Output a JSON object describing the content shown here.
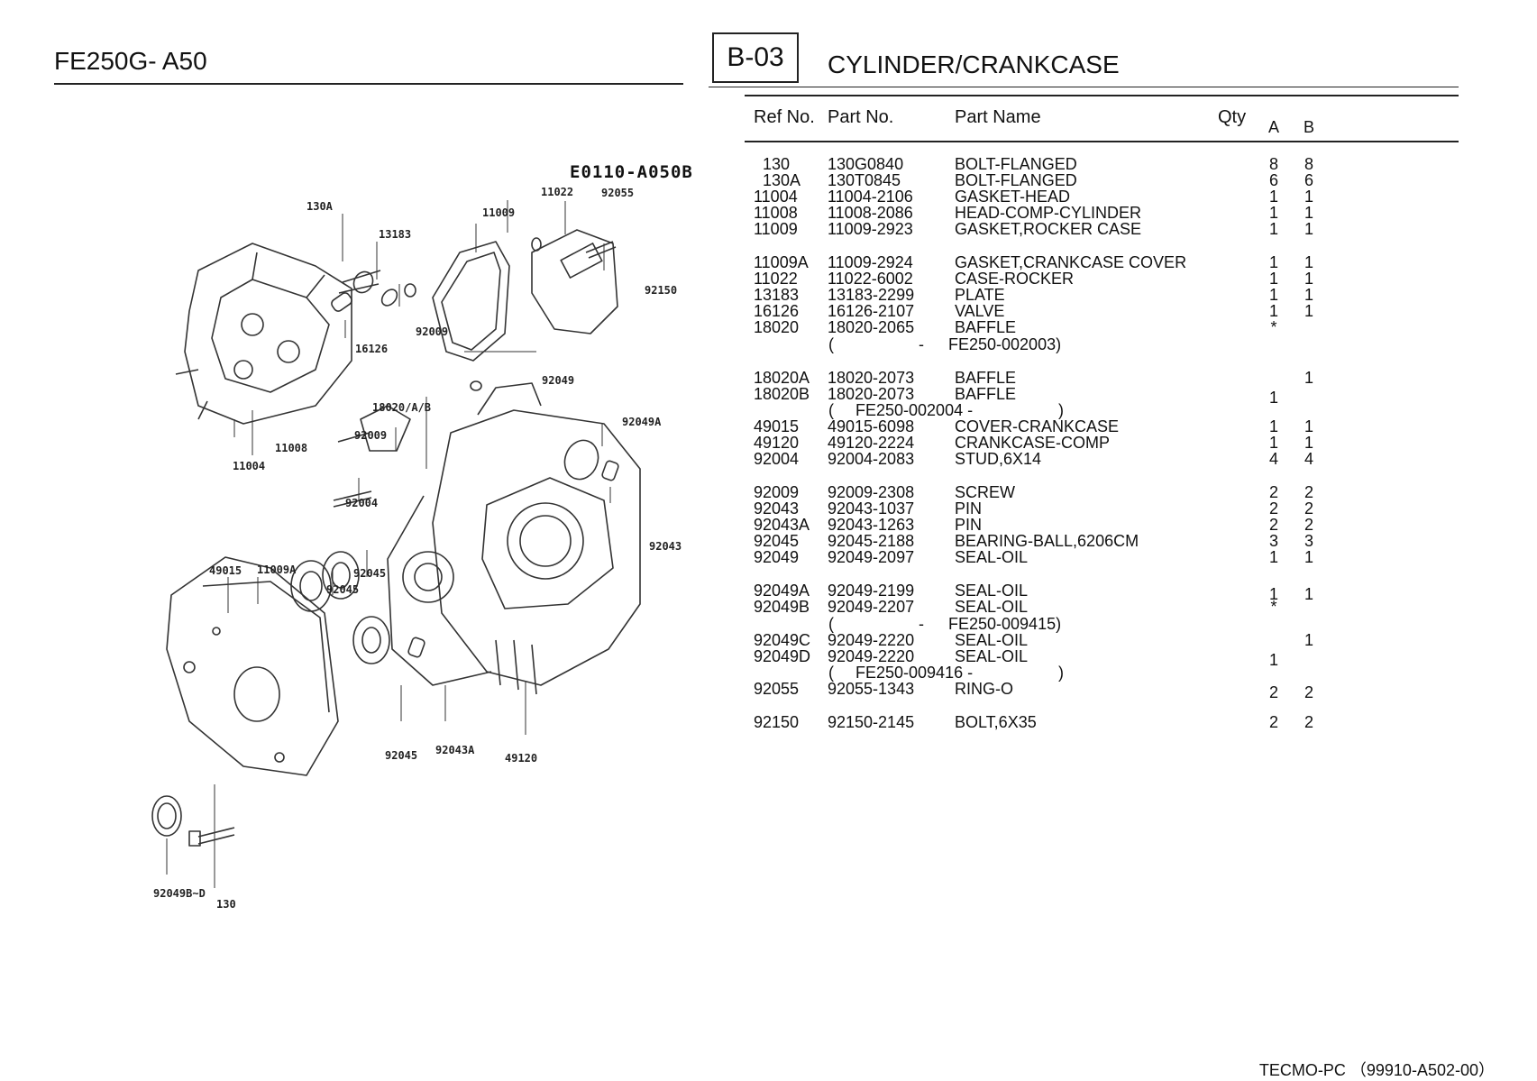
{
  "header": {
    "model": "FE250G- A50",
    "section_code": "B-03",
    "section_title": "CYLINDER/CRANKCASE"
  },
  "table": {
    "columns": {
      "ref": "Ref No.",
      "part": "Part No.",
      "name": "Part Name",
      "qty": "Qty",
      "a": "A",
      "b": "B"
    },
    "rows": [
      {
        "ref": "130",
        "part": "130G0840",
        "name": "BOLT-FLANGED",
        "a": "8",
        "b": "8"
      },
      {
        "ref": "130A",
        "part": "130T0845",
        "name": "BOLT-FLANGED",
        "a": "6",
        "b": "6"
      },
      {
        "ref": "11004",
        "part": "11004-2106",
        "name": "GASKET-HEAD",
        "a": "1",
        "b": "1"
      },
      {
        "ref": "11008",
        "part": "11008-2086",
        "name": "HEAD-COMP-CYLINDER",
        "a": "1",
        "b": "1"
      },
      {
        "ref": "11009",
        "part": "11009-2923",
        "name": "GASKET,ROCKER CASE",
        "a": "1",
        "b": "1"
      },
      {
        "ref": "11009A",
        "part": "11009-2924",
        "name": "GASKET,CRANKCASE COVER",
        "a": "1",
        "b": "1"
      },
      {
        "ref": "11022",
        "part": "11022-6002",
        "name": "CASE-ROCKER",
        "a": "1",
        "b": "1"
      },
      {
        "ref": "13183",
        "part": "13183-2299",
        "name": "PLATE",
        "a": "1",
        "b": "1"
      },
      {
        "ref": "16126",
        "part": "16126-2107",
        "name": "VALVE",
        "a": "1",
        "b": "1"
      },
      {
        "ref": "18020",
        "part": "18020-2065",
        "name": "BAFFLE",
        "a": "*",
        "b": ""
      },
      {
        "ref": "18020A",
        "part": "18020-2073",
        "name": "BAFFLE",
        "a": "",
        "b": "1"
      },
      {
        "ref": "18020B",
        "part": "18020-2073",
        "name": "BAFFLE",
        "a": "1",
        "b": ""
      },
      {
        "ref": "49015",
        "part": "49015-6098",
        "name": "COVER-CRANKCASE",
        "a": "1",
        "b": "1"
      },
      {
        "ref": "49120",
        "part": "49120-2224",
        "name": "CRANKCASE-COMP",
        "a": "1",
        "b": "1"
      },
      {
        "ref": "92004",
        "part": "92004-2083",
        "name": "STUD,6X14",
        "a": "4",
        "b": "4"
      },
      {
        "ref": "92009",
        "part": "92009-2308",
        "name": "SCREW",
        "a": "2",
        "b": "2"
      },
      {
        "ref": "92043",
        "part": "92043-1037",
        "name": "PIN",
        "a": "2",
        "b": "2"
      },
      {
        "ref": "92043A",
        "part": "92043-1263",
        "name": "PIN",
        "a": "2",
        "b": "2"
      },
      {
        "ref": "92045",
        "part": "92045-2188",
        "name": "BEARING-BALL,6206CM",
        "a": "3",
        "b": "3"
      },
      {
        "ref": "92049",
        "part": "92049-2097",
        "name": "SEAL-OIL",
        "a": "1",
        "b": "1"
      },
      {
        "ref": "92049A",
        "part": "92049-2199",
        "name": "SEAL-OIL",
        "a": "1",
        "b": "1"
      },
      {
        "ref": "92049B",
        "part": "92049-2207",
        "name": "SEAL-OIL",
        "a": "*",
        "b": ""
      },
      {
        "ref": "92049C",
        "part": "92049-2220",
        "name": "SEAL-OIL",
        "a": "",
        "b": "1"
      },
      {
        "ref": "92049D",
        "part": "92049-2220",
        "name": "SEAL-OIL",
        "a": "1",
        "b": ""
      },
      {
        "ref": "92055",
        "part": "92055-1343",
        "name": "RING-O",
        "a": "2",
        "b": "2"
      },
      {
        "ref": "92150",
        "part": "92150-2145",
        "name": "BOLT,6X35",
        "a": "2",
        "b": "2"
      }
    ],
    "notes": {
      "baffle_18020": "FE250-002003)",
      "baffle_18020b": "FE250-002004 -",
      "seal_92049b": "FE250-009415)",
      "seal_92049d": "FE250-009416 -",
      "open_paren": "(",
      "close_paren": ")",
      "dash": "-"
    }
  },
  "diagram": {
    "code": "E0110-A050B",
    "callouts": [
      "130A",
      "13183",
      "11009",
      "11022",
      "92055",
      "92150",
      "92009",
      "16126",
      "92049",
      "18020/A/B",
      "92049A",
      "11008",
      "11004",
      "92009",
      "92004",
      "92043",
      "49015",
      "11009A",
      "92045",
      "92045",
      "92045",
      "92043A",
      "49120",
      "92049B~D",
      "130"
    ]
  },
  "footer": {
    "text": "TECMO-PC （99910-A502-00）"
  }
}
